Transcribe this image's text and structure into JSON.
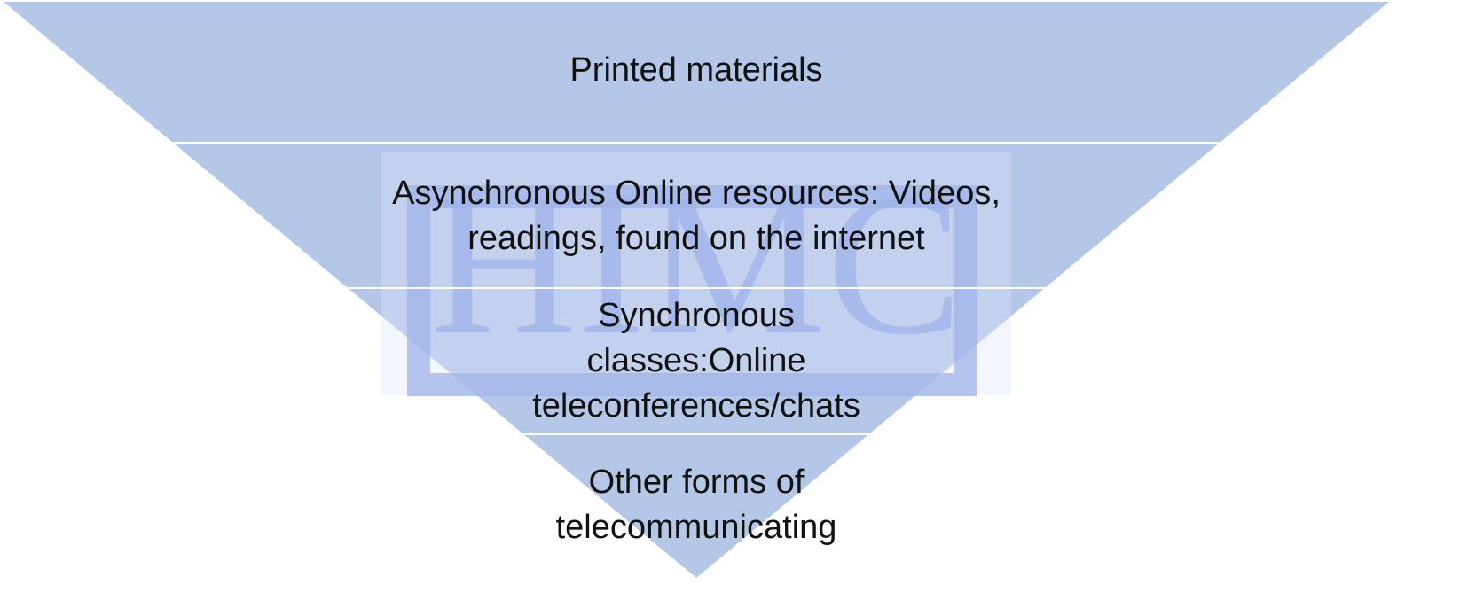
{
  "diagram": {
    "type": "inverted-pyramid",
    "fill_color": "#b4c7e7",
    "levels": [
      {
        "lines": [
          "Printed materials"
        ]
      },
      {
        "lines": [
          "Asynchronous Online resources: Videos,",
          "readings, found on the internet"
        ]
      },
      {
        "lines": [
          "Synchronous",
          "classes:Online",
          "teleconferences/chats"
        ]
      },
      {
        "lines": [
          "Other forms of",
          "telecommunicating"
        ]
      }
    ],
    "watermark": "HIMC"
  }
}
